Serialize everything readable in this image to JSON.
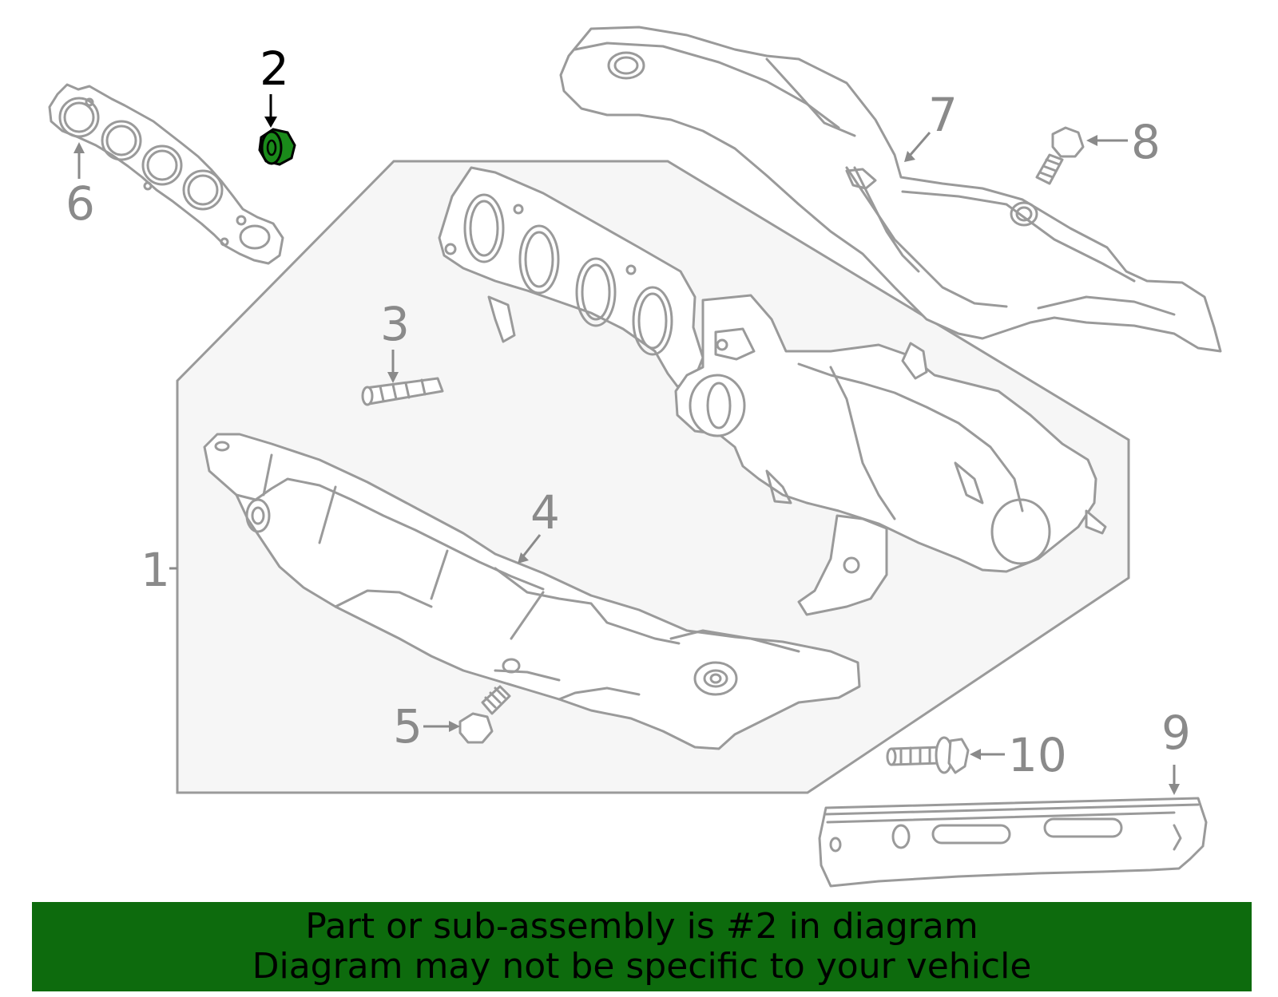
{
  "callouts": {
    "c1": "1",
    "c2": "2",
    "c3": "3",
    "c4": "4",
    "c5": "5",
    "c6": "6",
    "c7": "7",
    "c8": "8",
    "c9": "9",
    "c10": "10"
  },
  "highlighted_part": "2",
  "colors": {
    "highlight": "#1a8a1a",
    "banner": "#0d6b0d",
    "line": "#9a9a9a",
    "group_fill": "#f6f6f6"
  },
  "banner": {
    "line1": "Part or sub-assembly is #2 in diagram",
    "line2": "Diagram may not be specific to your vehicle"
  }
}
